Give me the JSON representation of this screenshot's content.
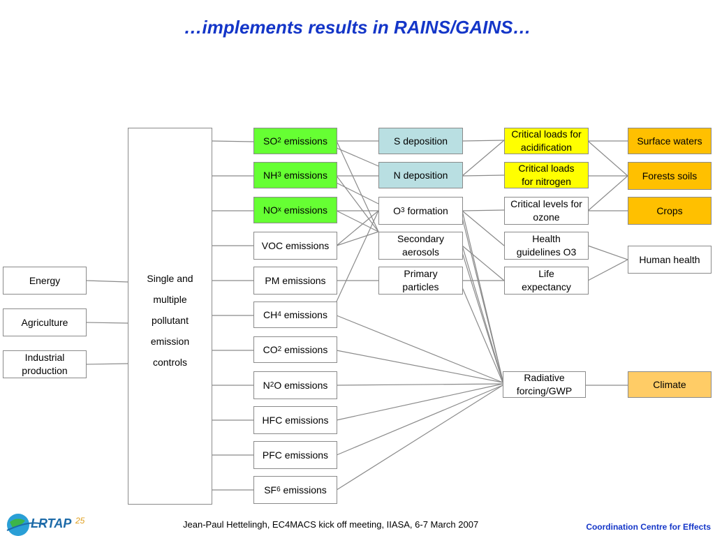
{
  "title": "…implements results in RAINS/GAINS…",
  "sectors": [
    "Energy",
    "Agriculture",
    "Industrial production"
  ],
  "controls": [
    "Single and",
    "multiple",
    "pollutant",
    "emission",
    "controls"
  ],
  "emissions": [
    {
      "base": "SO",
      "sub": "2",
      "rest": " emissions"
    },
    {
      "base": "NH",
      "sub": "3",
      "rest": " emissions"
    },
    {
      "base": "NO",
      "sub": "x",
      "rest": " emissions"
    },
    {
      "base": "VOC emissions",
      "sub": "",
      "rest": ""
    },
    {
      "base": "PM emissions",
      "sub": "",
      "rest": ""
    },
    {
      "base": "CH",
      "sub": "4",
      "rest": " emissions"
    },
    {
      "base": "CO",
      "sub": "2",
      "rest": " emissions"
    },
    {
      "base": "N",
      "sub": "2",
      "rest": "O emissions"
    },
    {
      "base": "HFC emissions",
      "sub": "",
      "rest": ""
    },
    {
      "base": "PFC emissions",
      "sub": "",
      "rest": ""
    },
    {
      "base": "SF",
      "sub": "6",
      "rest": " emissions"
    }
  ],
  "processes": [
    {
      "base": "S deposition",
      "sub": "",
      "rest": ""
    },
    {
      "base": "N deposition",
      "sub": "",
      "rest": ""
    },
    {
      "base": "O",
      "sub": "3",
      "rest": " formation"
    },
    {
      "base": "Secondary aerosols",
      "sub": "",
      "rest": ""
    },
    {
      "base": "Primary particles",
      "sub": "",
      "rest": ""
    },
    {
      "base": "Radiative forcing/GWP",
      "sub": "",
      "rest": ""
    }
  ],
  "criteria": [
    "Critical loads for  acidification",
    "Critical loads for nitrogen",
    "Critical levels for ozone",
    "Health guidelines O3",
    "Life expectancy"
  ],
  "effects": [
    "Surface waters",
    "Forests soils",
    "Crops",
    "Human health",
    "Climate"
  ],
  "footer": "Jean-Paul Hettelingh, EC4MACS kick off meeting, IIASA, 6-7 March 2007",
  "coordination": "Coordination Centre for Effects",
  "logo_text": "LRTAP 25",
  "colors": {
    "title": "#1436c8",
    "green": "#66ff33",
    "blue": "#b9dfe2",
    "yellow": "#ffff00",
    "orange": "#ffc000",
    "light_orange": "#ffcc66"
  }
}
